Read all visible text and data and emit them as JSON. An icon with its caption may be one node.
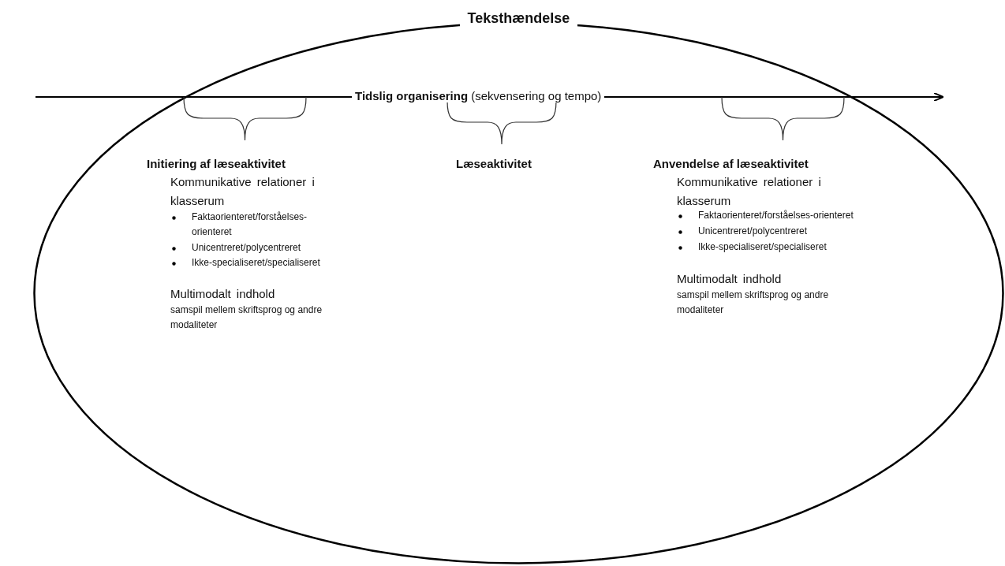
{
  "diagram": {
    "nodes": [
      {
        "text": [
          "Teksthændelse"
        ]
      }
    ],
    "edges": [],
    "labels": [
      "**Tidslig organisering** (sekvensering og tempo)",
      "Initiering af læseaktivitet",
      "Kommunikative relationer i klasserum",
      "Faktaorienteret/forståelses-orienteret",
      "Unicentreret/polycentreret",
      "Ikke-specialiseret/specialiseret",
      "Multimodalt indhold",
      "samspil mellem skriftsprog og andre modaliteter",
      "Læseaktivitet",
      "Anvendelse af læseaktivitet",
      "Kommunikative relationer i klasserum",
      "Faktaorienteret/forståelses-orienteret",
      "Unicentreret/polycentreret",
      "Ikke-specialiseret/specialiseret",
      "Multimodalt indhold",
      "samspil mellem skriftsprog og andre modaliteter"
    ]
  }
}
